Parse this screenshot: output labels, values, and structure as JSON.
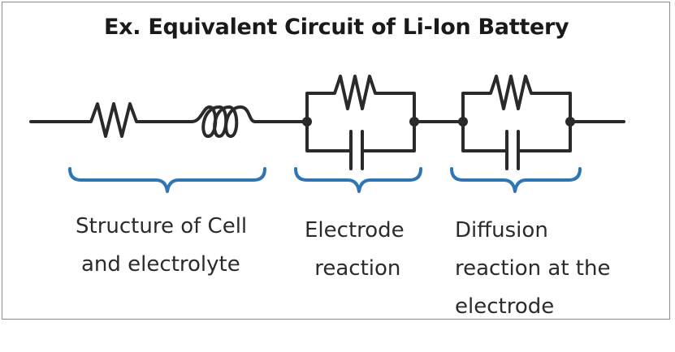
{
  "title": "Ex. Equivalent Circuit of Li-Ion Battery",
  "colors": {
    "wire": "#2a2a2a",
    "brace": "#2e75b6",
    "text": "#2b2b2b"
  },
  "components": [
    "resistor",
    "inductor",
    "resistor",
    "capacitor",
    "resistor",
    "capacitor"
  ],
  "groups": [
    {
      "lines": [
        "Structure of Cell",
        "and electrolyte"
      ]
    },
    {
      "lines": [
        "Electrode",
        "reaction"
      ]
    },
    {
      "lines": [
        "Diffusion",
        "reaction at the",
        "electrode"
      ]
    }
  ]
}
